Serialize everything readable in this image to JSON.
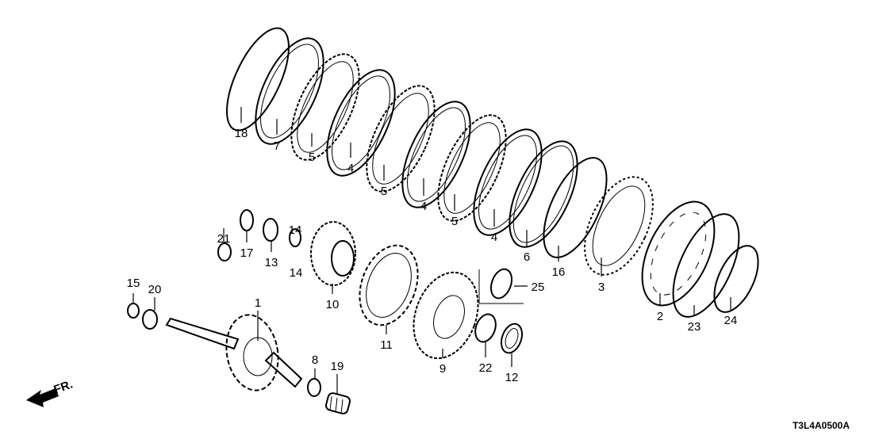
{
  "diagram": {
    "code": "T3L4A0500A",
    "direction_label": "FR.",
    "callouts": [
      {
        "id": "18"
      },
      {
        "id": "7"
      },
      {
        "id": "5a",
        "label": "5"
      },
      {
        "id": "4a",
        "label": "4"
      },
      {
        "id": "5b",
        "label": "5"
      },
      {
        "id": "4b",
        "label": "4"
      },
      {
        "id": "5c",
        "label": "5"
      },
      {
        "id": "4c",
        "label": "4"
      },
      {
        "id": "6"
      },
      {
        "id": "16"
      },
      {
        "id": "3"
      },
      {
        "id": "2"
      },
      {
        "id": "23"
      },
      {
        "id": "24"
      },
      {
        "id": "25"
      },
      {
        "id": "22"
      },
      {
        "id": "12"
      },
      {
        "id": "9"
      },
      {
        "id": "11"
      },
      {
        "id": "10"
      },
      {
        "id": "14a",
        "label": "14"
      },
      {
        "id": "14b",
        "label": "14"
      },
      {
        "id": "13"
      },
      {
        "id": "17"
      },
      {
        "id": "21"
      },
      {
        "id": "15"
      },
      {
        "id": "20"
      },
      {
        "id": "1"
      },
      {
        "id": "8"
      },
      {
        "id": "19"
      }
    ],
    "labels": [
      "18",
      "7",
      "5",
      "4",
      "5",
      "4",
      "5",
      "4",
      "6",
      "16",
      "3",
      "2",
      "23",
      "24",
      "25",
      "22",
      "12",
      "9",
      "11",
      "10",
      "14",
      "14",
      "13",
      "17",
      "21",
      "15",
      "20",
      "1",
      "8",
      "19"
    ]
  }
}
